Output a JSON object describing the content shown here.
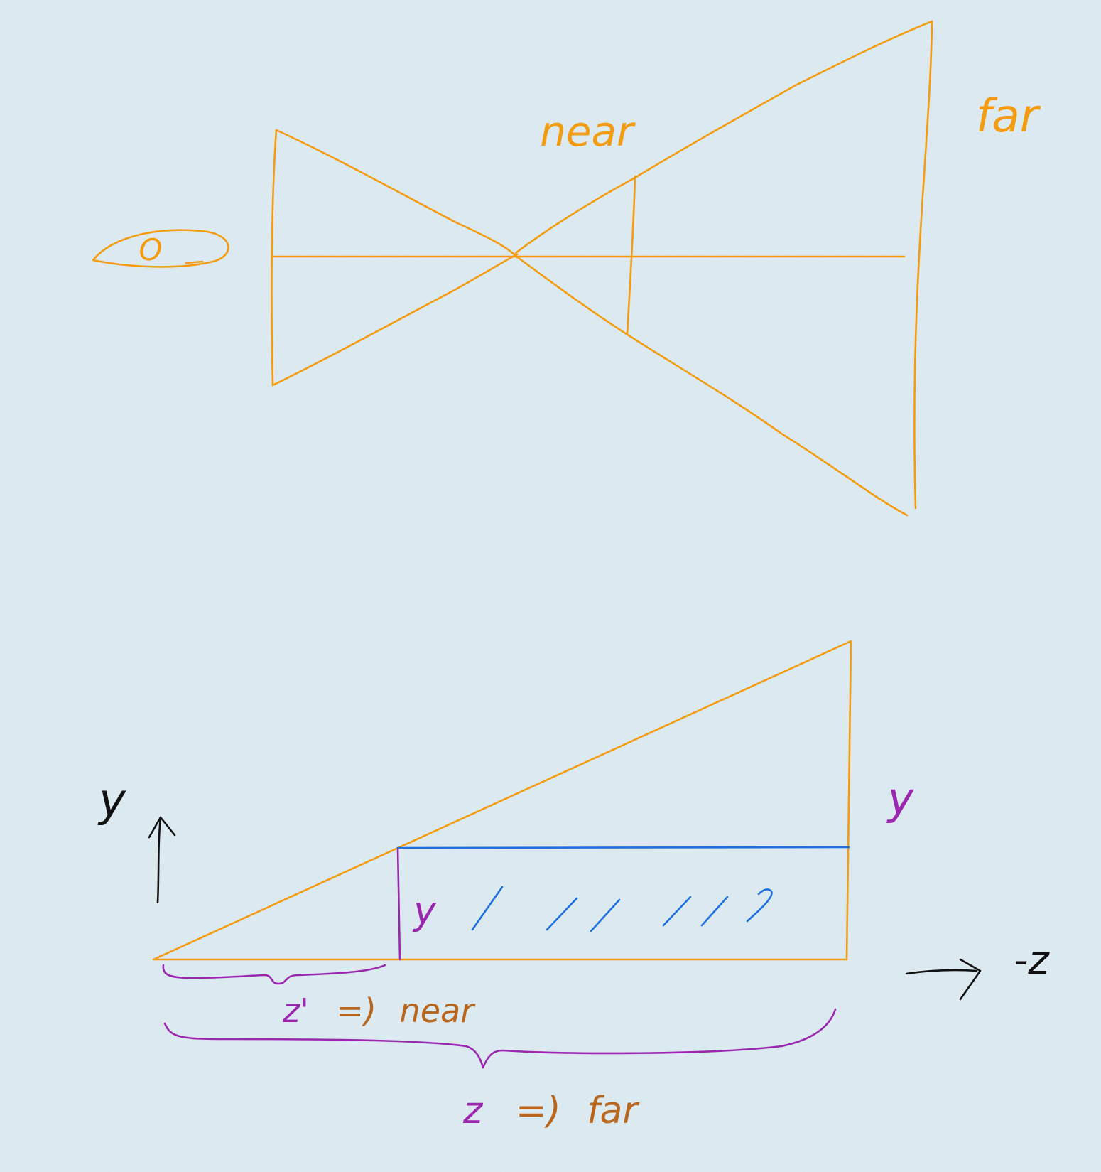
{
  "colors": {
    "paper": "#D6E6EE",
    "paper_speckle": "#EAF3F8",
    "orange": "#F39C12",
    "purple": "#9B27B0",
    "blue": "#1E6FE0",
    "brown": "#B8651D",
    "black": "#111111"
  },
  "frustum_view": {
    "eye_label": "O",
    "near_label": "near",
    "far_label": "far"
  },
  "side_view": {
    "y_axis_label": "y",
    "z_axis_label": "-z",
    "far_y_label": "y",
    "near_y_label": "y",
    "near_bracket": {
      "var": "z'",
      "arrow": "=)",
      "word": "near"
    },
    "far_bracket": {
      "var": "z",
      "arrow": "=)",
      "word": "far"
    }
  }
}
